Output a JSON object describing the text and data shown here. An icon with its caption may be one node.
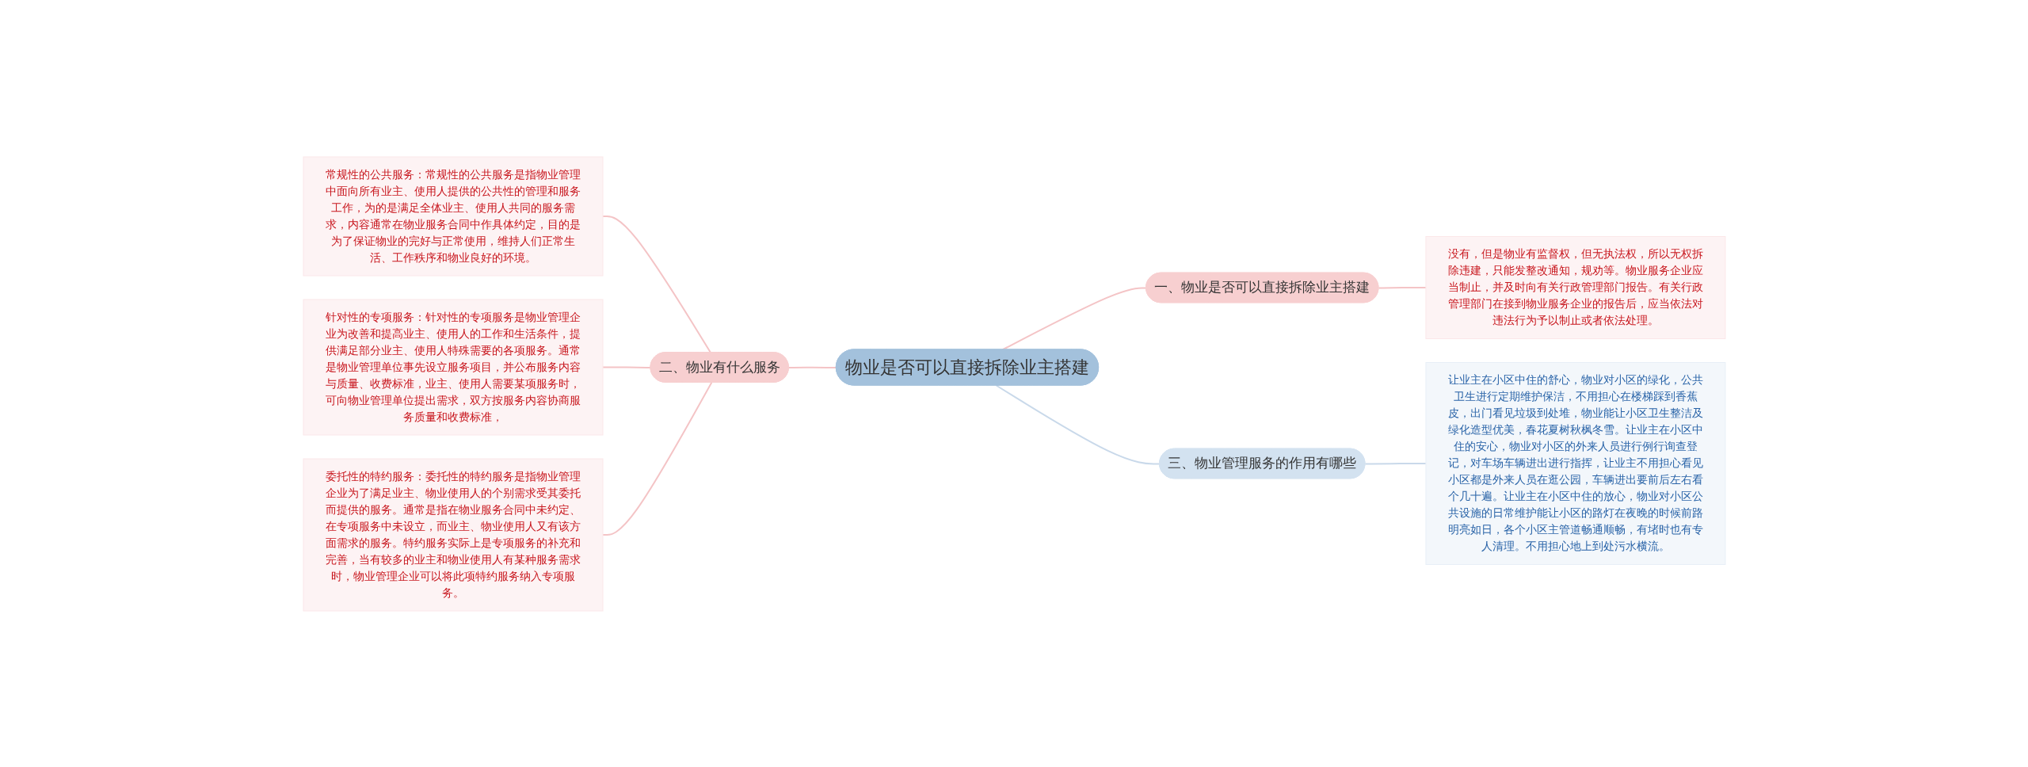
{
  "diagram": {
    "nodes": [
      {
        "text": [
          "物业是否可以直接拆除业主搭建"
        ]
      },
      {
        "text": [
          "一、物业是否可以直接拆除业主搭建"
        ]
      },
      {
        "text": [
          "没有，但是物业有监督权，但无执法权，所以无权拆除违建，只能发整改通知，规劝等。物业服务企业应当制止，并及时向有关行政管理部门报告。有关行政管理部门在接到物业服务企业的报告后，应当依法对违法行为予以制止或者依法处理。"
        ]
      },
      {
        "text": [
          "二、物业有什么服务"
        ]
      },
      {
        "text": [
          "常规性的公共服务：常规性的公共服务是指物业管理中面向所有业主、使用人提供的公共性的管理和服务工作，为的是满足全体业主、使用人共同的服务需求，内容通常在物业服务合同中作具体约定，目的是为了保证物业的完好与正常使用，维持人们正常生活、工作秩序和物业良好的环境。"
        ]
      },
      {
        "text": [
          "针对性的专项服务：针对性的专项服务是物业管理企业为改善和提高业主、使用人的工作和生活条件，提供满足部分业主、使用人特殊需要的各项服务。通常是物业管理单位事先设立服务项目，并公布服务内容与质量、收费标准，业主、使用人需要某项服务时，可向物业管理单位提出需求，双方按服务内容协商服务质量和收费标准，"
        ]
      },
      {
        "text": [
          "委托性的特约服务：委托性的特约服务是指物业管理企业为了满足业主、物业使用人的个别需求受其委托而提供的服务。通常是指在物业服务合同中未约定、在专项服务中未设立，而业主、物业使用人又有该方面需求的服务。特约服务实际上是专项服务的补充和完善，当有较多的业主和物业使用人有某种服务需求时，物业管理企业可以将此项特约服务纳入专项服务。"
        ]
      },
      {
        "text": [
          "三、物业管理服务的作用有哪些"
        ]
      },
      {
        "text": [
          "让业主在小区中住的舒心，物业对小区的绿化，公共卫生进行定期维护保洁，不用担心在楼梯踩到香蕉皮，出门看见垃圾到处堆，物业能让小区卫生整洁及绿化造型优美，春花夏树秋枫冬雪。让业主在小区中住的安心，物业对小区的外来人员进行例行询查登记，对车场车辆进出进行指挥，让业主不用担心看见小区都是外来人员在逛公园，车辆进出要前后左右看个几十遍。让业主在小区中住的放心，物业对小区公共设施的日常维护能让小区的路灯在夜晚的时候前路明亮如日，各个小区主管道畅通顺畅，有堵时也有专人清理。不用担心地上到处污水横流。"
        ]
      }
    ],
    "edges": [
      {
        "from": 0,
        "to": 1,
        "arrow": "none"
      },
      {
        "from": 1,
        "to": 2,
        "arrow": "none"
      },
      {
        "from": 3,
        "to": 0,
        "arrow": "none"
      },
      {
        "from": 4,
        "to": 3,
        "arrow": "none"
      },
      {
        "from": 5,
        "to": 3,
        "arrow": "none"
      },
      {
        "from": 6,
        "to": 3,
        "arrow": "none"
      },
      {
        "from": 0,
        "to": 7,
        "arrow": "none",
        "color": "#c9d9ea"
      },
      {
        "from": 7,
        "to": 8,
        "arrow": "none",
        "color": "#c9d9ea"
      }
    ]
  }
}
